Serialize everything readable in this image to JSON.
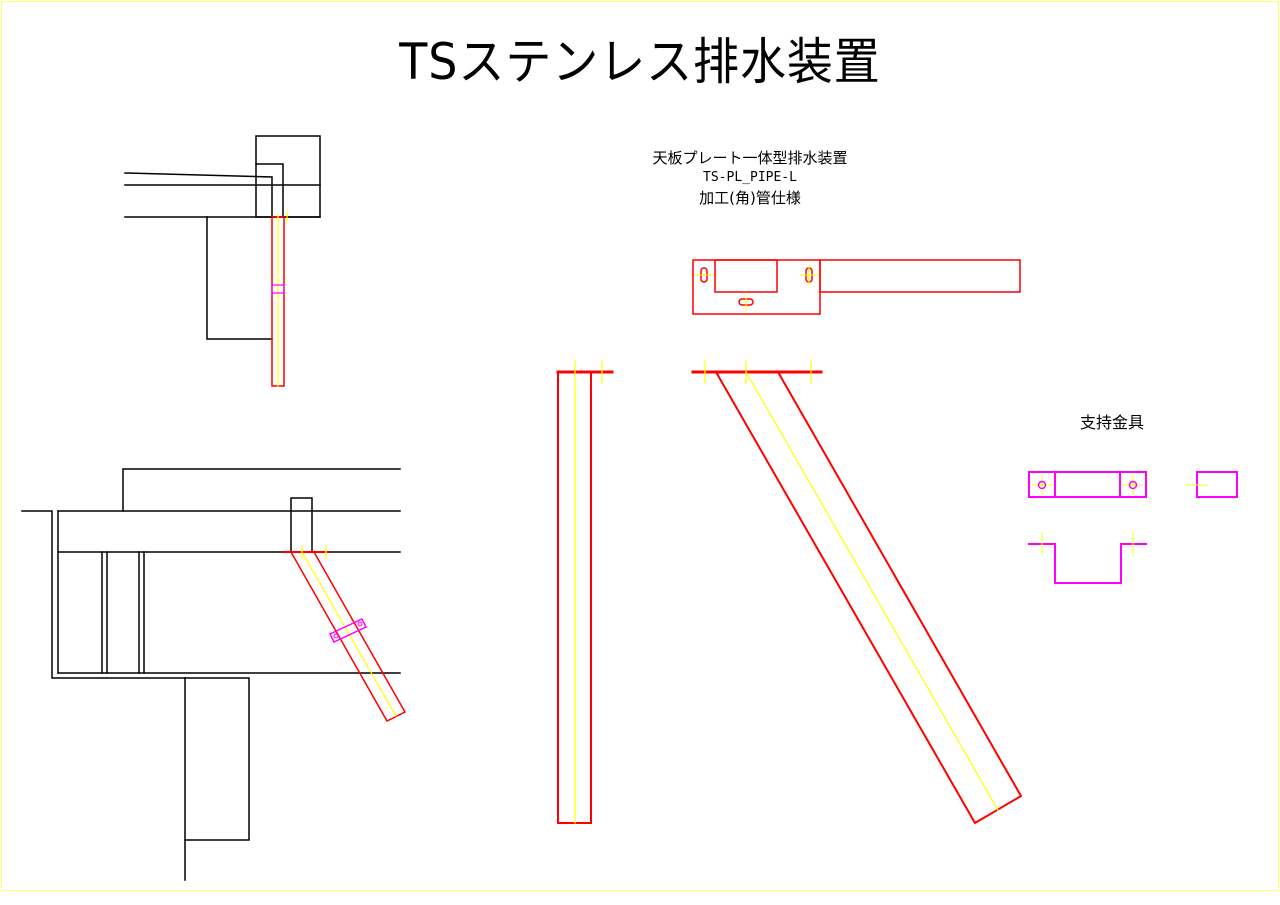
{
  "title": "TSステンレス排水装置",
  "product": {
    "name": "天板プレート一体型排水装置",
    "model": "TS-PL_PIPE-L",
    "spec": "加工(角)管仕様"
  },
  "support_label": "支持金具",
  "colors": {
    "border": "#ffff66",
    "pipe": "#ff0000",
    "center": "#ffff00",
    "bracket": "#ff00ff",
    "structure": "#000000"
  }
}
